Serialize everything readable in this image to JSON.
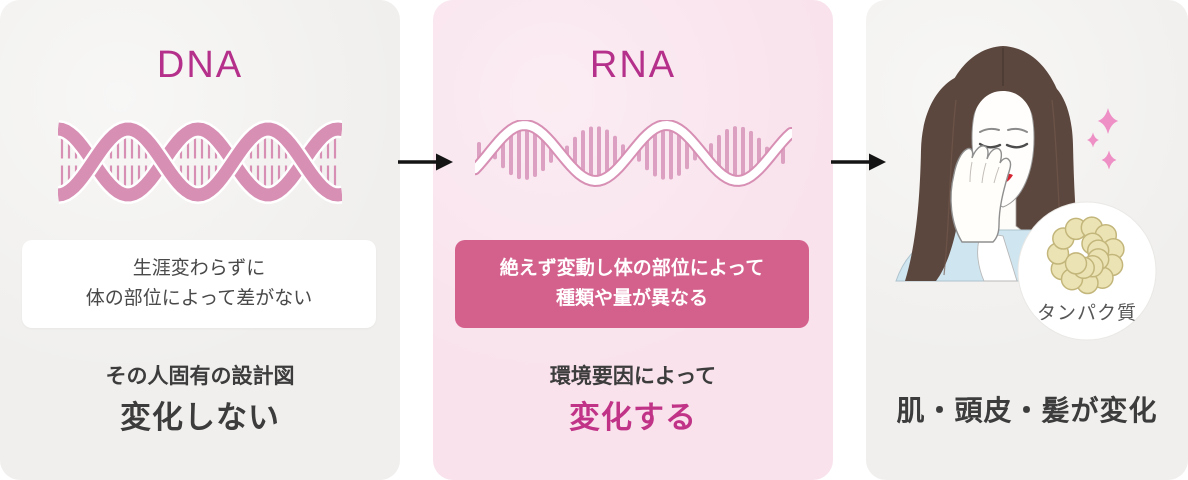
{
  "panels": {
    "dna": {
      "title": "DNA",
      "note_lines": [
        "生涯変わらずに",
        "体の部位によって差がない"
      ],
      "summary": "その人固有の設計図",
      "conclusion": "変化しない"
    },
    "rna": {
      "title": "RNA",
      "note_lines": [
        "絶えず変動し体の部位によって",
        "種類や量が異なる"
      ],
      "summary": "環境要因によって",
      "conclusion": "変化する"
    },
    "result": {
      "protein_label": "タンパク質",
      "conclusion": "肌・頭皮・髪が変化"
    }
  },
  "colors": {
    "accent_magenta": "#b5308a",
    "conclusion_magenta": "#c03387",
    "panel_gray": "#f0efed",
    "panel_pink": "#f9e2ec",
    "note_box_pink": "#d4618c",
    "dna_pink": "#d78fb4",
    "rna_pink": "#d795ba",
    "text_dark": "#3c3c3c",
    "arrow_black": "#141414",
    "protein_fill": "#ece3b4",
    "protein_stroke": "#c3b67b",
    "sparkle_pink": "#ee8fc5",
    "hair_brown": "#5c473e",
    "lips_red": "#d52330",
    "top_blue": "#cfe5ef"
  }
}
